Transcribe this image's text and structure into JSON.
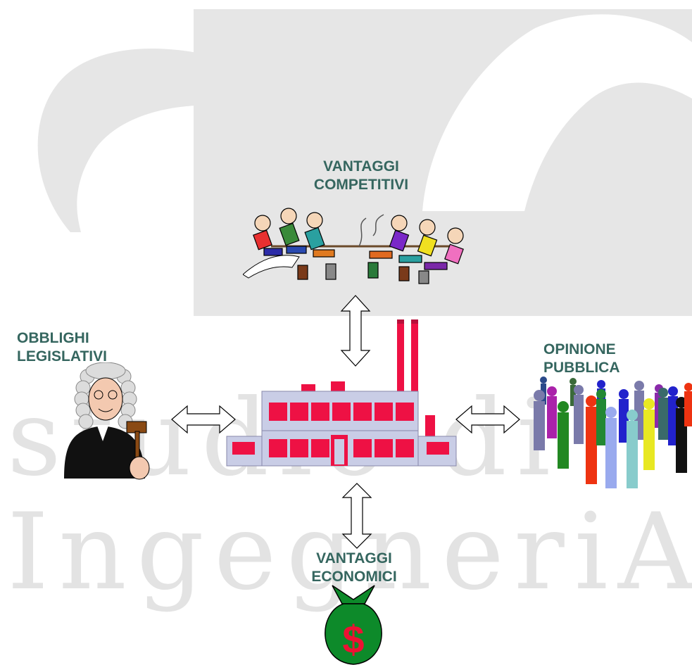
{
  "watermark": {
    "line1": "studio di",
    "line2": "IngegneriA"
  },
  "labels": {
    "competitivi": [
      "VANTAGGI",
      "COMPETITIVI"
    ],
    "legislativi": [
      "OBBLIGHI",
      "LEGISLATIVI"
    ],
    "pubblica": [
      "OPINIONE",
      "PUBBLICA"
    ],
    "economici": [
      "VANTAGGI",
      "ECONOMICI"
    ]
  },
  "money_bag_symbol": "$",
  "colors": {
    "label": "#35665f",
    "factory_walls": "#c9cde6",
    "factory_red": "#ee1144",
    "background_panel": "#e6e6e6",
    "money_bag": "#0d8a2a"
  },
  "icons": [
    "judge-clipart-icon",
    "tug-of-war-clipart-icon",
    "factory-clipart-icon",
    "crowd-clipart-icon",
    "money-bag-icon"
  ]
}
